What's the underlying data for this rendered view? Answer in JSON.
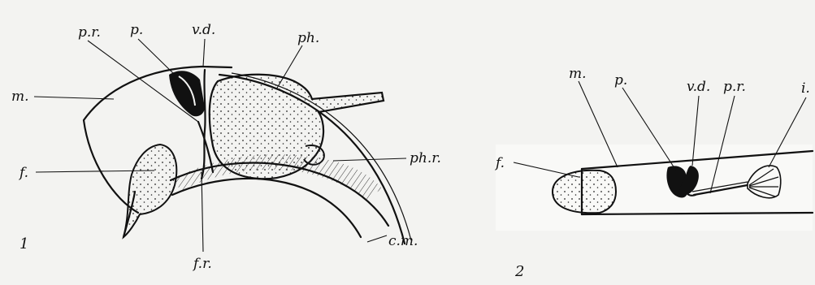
{
  "figure1": {
    "number": "1",
    "labels": {
      "p_r": "p.r.",
      "p": "p.",
      "v_d": "v.d.",
      "ph": "ph.",
      "m": "m.",
      "f": "f.",
      "ph_r": "ph.r.",
      "c_m": "c.m.",
      "f_r": "f.r."
    }
  },
  "figure2": {
    "number": "2",
    "labels": {
      "m": "m.",
      "p": "p.",
      "v_d": "v.d.",
      "p_r": "p.r.",
      "i": "i.",
      "f": "f."
    }
  }
}
